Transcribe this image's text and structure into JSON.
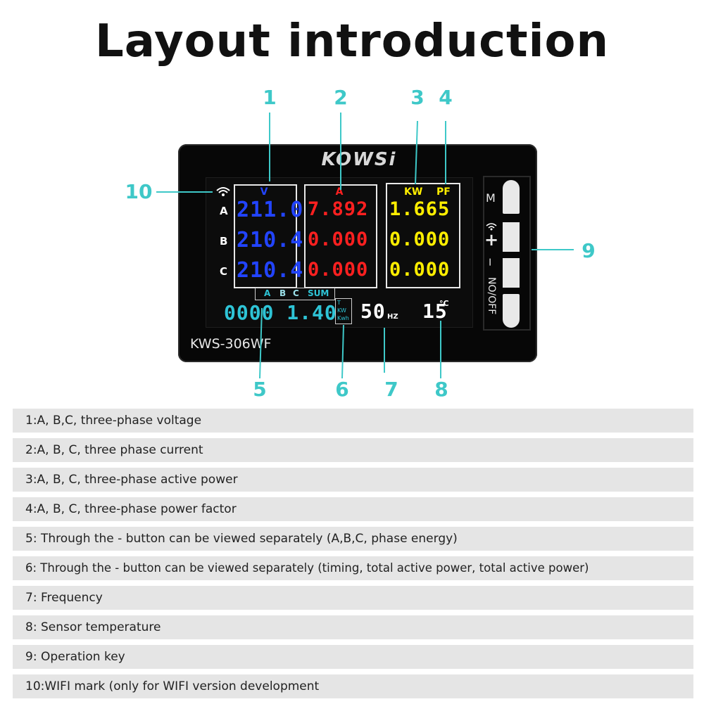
{
  "title": "Layout introduction",
  "callouts": [
    "1",
    "2",
    "3",
    "4",
    "5",
    "6",
    "7",
    "8",
    "9",
    "10"
  ],
  "colors": {
    "callout": "#3ec8c8",
    "voltage": "#2244ff",
    "current": "#ff2020",
    "power": "#ffee00",
    "energy": "#2ec4d6"
  },
  "device": {
    "brand": "KOWSi",
    "model": "KWS-306WF",
    "wifi_icon": "wifi-icon",
    "phases": [
      "A",
      "B",
      "C"
    ],
    "voltage": {
      "header": "V",
      "values": [
        "211.0",
        "210.4",
        "210.4"
      ]
    },
    "current": {
      "header": "A",
      "values": [
        "7.892",
        "0.000",
        "0.000"
      ]
    },
    "power": {
      "header_kw": "KW",
      "header_pf": "PF",
      "values": [
        "1.665",
        "0.000",
        "0.000"
      ]
    },
    "energy_tabs": [
      "A",
      "B",
      "C",
      "SUM"
    ],
    "energy_value": "0000 1.40",
    "energy_units": [
      "T",
      "KW",
      "Kwh"
    ],
    "frequency": {
      "value": "50",
      "unit": "HZ"
    },
    "temperature": {
      "value": "15",
      "unit": "°C"
    },
    "keys": {
      "m": "M",
      "plus": "+",
      "minus": "−",
      "onoff": "NO/OFF"
    }
  },
  "descriptions": [
    "1:A, B,C, three-phase voltage",
    "2:A, B, C, three phase current",
    "3:A, B, C, three-phase active power",
    "4:A, B, C, three-phase power factor",
    "5: Through the - button can be viewed separately (A,B,C, phase energy)",
    "6: Through the - button can be viewed separately (timing, total active power, total active power)",
    "7: Frequency",
    "8: Sensor temperature",
    "9: Operation key",
    "10:WIFI mark (only for WIFI version development"
  ]
}
